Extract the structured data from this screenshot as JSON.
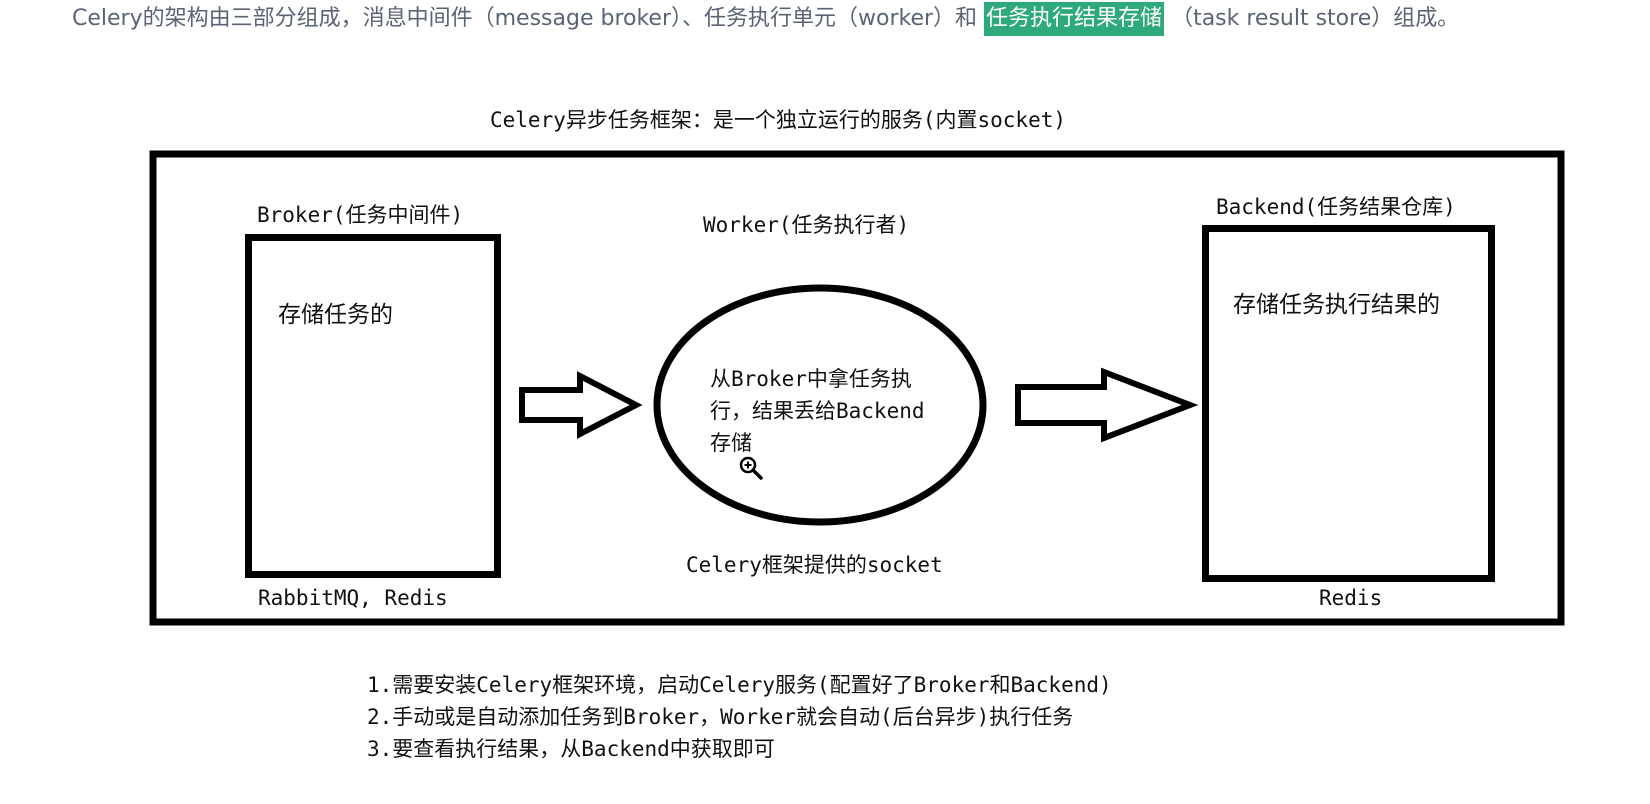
{
  "intro": {
    "before": "Celery的架构由三部分组成，消息中间件（message broker）、任务执行单元（worker）和",
    "highlight": "任务执行结果存储",
    "after": "（task result store）组成。",
    "highlight_color": "#2da97a"
  },
  "diagram": {
    "title": "Celery异步任务框架：是一个独立运行的服务(内置socket)",
    "broker": {
      "title": "Broker(任务中间件)",
      "content": "存储任务的",
      "footer": "RabbitMQ, Redis"
    },
    "worker": {
      "title": "Worker(任务执行者)",
      "content_lines": [
        "从Broker中拿任务执",
        "行，结果丢给Backend",
        "存储"
      ],
      "footer": "Celery框架提供的socket"
    },
    "backend": {
      "title": "Backend(任务结果仓库)",
      "content": "存储任务执行结果的",
      "footer": "Redis"
    },
    "icons": {
      "cursor": "zoom-in-icon",
      "arrows": "right-arrow-icon"
    }
  },
  "notes": [
    "1.需要安装Celery框架环境，启动Celery服务(配置好了Broker和Backend)",
    "2.手动或是自动添加任务到Broker，Worker就会自动(后台异步)执行任务",
    "3.要查看执行结果，从Backend中获取即可"
  ]
}
